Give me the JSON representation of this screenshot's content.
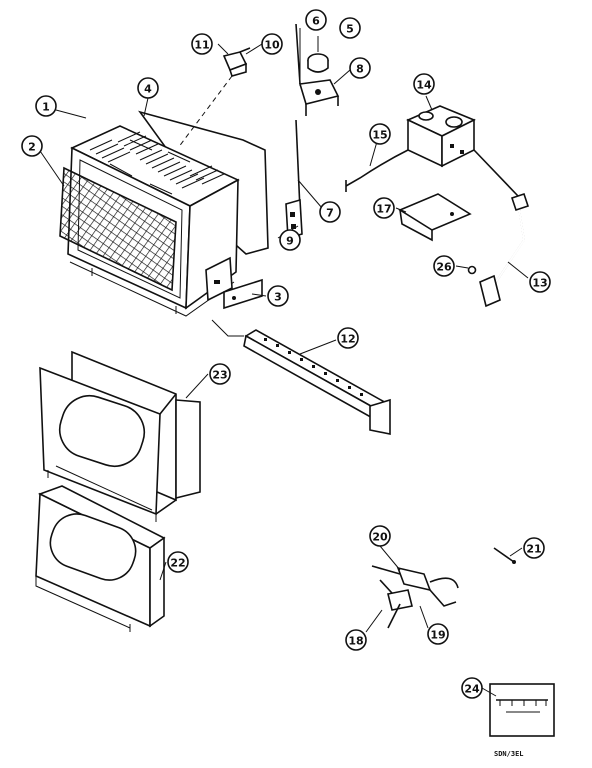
{
  "diagram": {
    "type": "exploded-parts-diagram",
    "callouts": [
      {
        "id": "c1",
        "label": "1"
      },
      {
        "id": "c2",
        "label": "2"
      },
      {
        "id": "c3",
        "label": "3"
      },
      {
        "id": "c4",
        "label": "4"
      },
      {
        "id": "c5",
        "label": "5"
      },
      {
        "id": "c6",
        "label": "6"
      },
      {
        "id": "c7",
        "label": "7"
      },
      {
        "id": "c8",
        "label": "8"
      },
      {
        "id": "c9",
        "label": "9"
      },
      {
        "id": "c10",
        "label": "10"
      },
      {
        "id": "c11",
        "label": "11"
      },
      {
        "id": "c12",
        "label": "12"
      },
      {
        "id": "c13",
        "label": "13"
      },
      {
        "id": "c14",
        "label": "14"
      },
      {
        "id": "c15",
        "label": "15"
      },
      {
        "id": "c17",
        "label": "17"
      },
      {
        "id": "c18",
        "label": "18"
      },
      {
        "id": "c19",
        "label": "19"
      },
      {
        "id": "c20",
        "label": "20"
      },
      {
        "id": "c21",
        "label": "21"
      },
      {
        "id": "c22",
        "label": "22"
      },
      {
        "id": "c23",
        "label": "23"
      },
      {
        "id": "c24",
        "label": "24"
      },
      {
        "id": "c26",
        "label": "26"
      }
    ],
    "caption": "SDN/3EL"
  }
}
